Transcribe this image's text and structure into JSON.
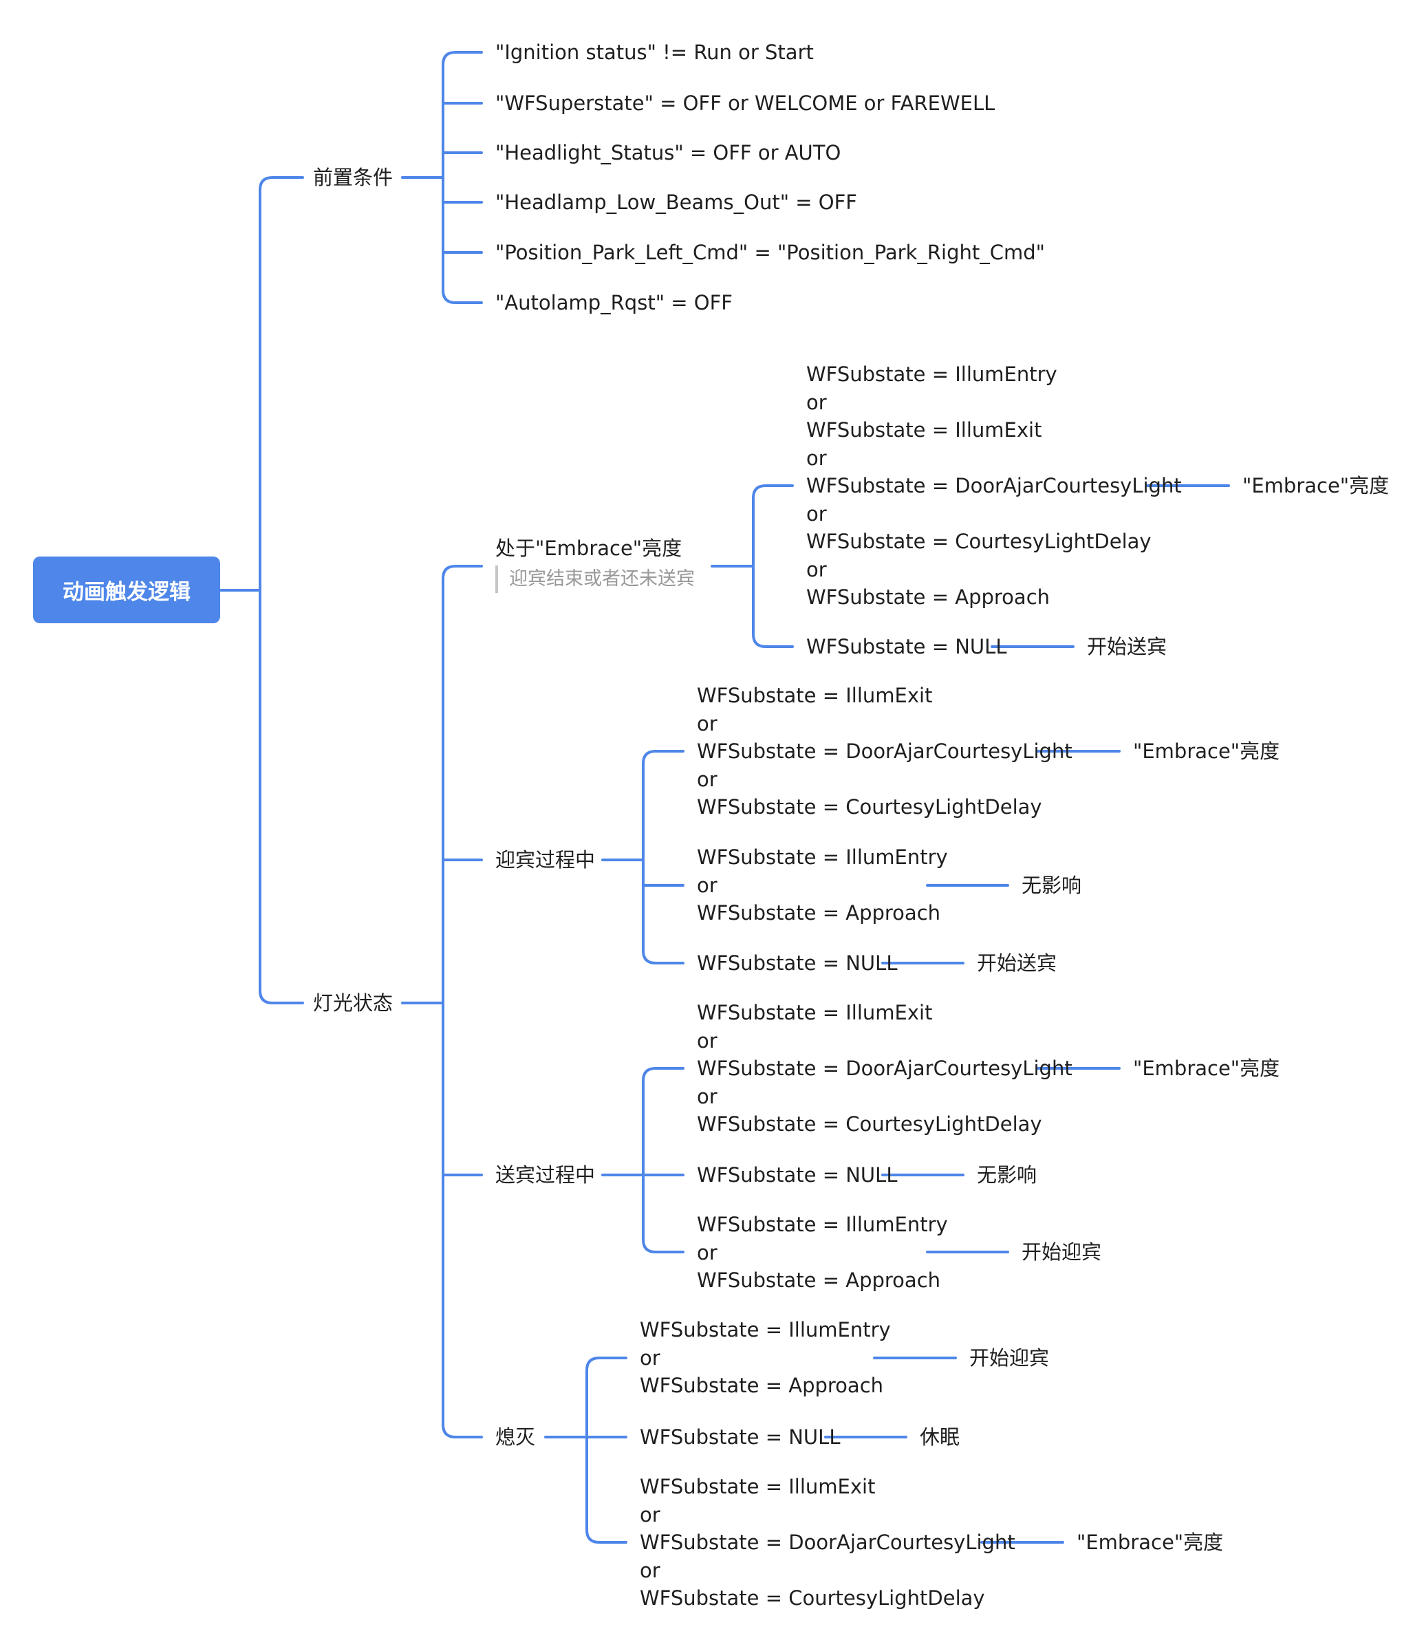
{
  "root": {
    "label": "动画触发逻辑"
  },
  "preconditions": {
    "label": "前置条件",
    "items": [
      "\"Ignition status\" != Run or Start",
      "\"WFSuperstate\" = OFF or WELCOME or FAREWELL",
      "\"Headlight_Status\" = OFF or AUTO",
      "\"Headlamp_Low_Beams_Out\" = OFF",
      "\"Position_Park_Left_Cmd\" = \"Position_Park_Right_Cmd\"",
      "\"Autolamp_Rqst\" = OFF"
    ]
  },
  "light_state": {
    "label": "灯光状态",
    "embrace": {
      "label": "处于\"Embrace\"亮度",
      "note": "迎宾结束或者还未送宾",
      "cond1": [
        "WFSubstate = IllumEntry",
        "or",
        "WFSubstate = IllumExit",
        "or",
        "WFSubstate = DoorAjarCourtesyLight",
        "or",
        "WFSubstate = CourtesyLightDelay",
        "or",
        "WFSubstate = Approach"
      ],
      "result1": "\"Embrace\"亮度",
      "cond2": "WFSubstate = NULL",
      "result2": "开始送宾"
    },
    "welcoming": {
      "label": "迎宾过程中",
      "cond1": [
        "WFSubstate = IllumExit",
        "or",
        "WFSubstate = DoorAjarCourtesyLight",
        "or",
        "WFSubstate = CourtesyLightDelay"
      ],
      "result1": "\"Embrace\"亮度",
      "cond2": [
        "WFSubstate = IllumEntry",
        "or",
        "WFSubstate = Approach"
      ],
      "result2": "无影响",
      "cond3": "WFSubstate = NULL",
      "result3": "开始送宾"
    },
    "farewell": {
      "label": "送宾过程中",
      "cond1": [
        "WFSubstate = IllumExit",
        "or",
        "WFSubstate = DoorAjarCourtesyLight",
        "or",
        "WFSubstate = CourtesyLightDelay"
      ],
      "result1": "\"Embrace\"亮度",
      "cond2": "WFSubstate = NULL",
      "result2": "无影响",
      "cond3": [
        "WFSubstate = IllumEntry",
        "or",
        "WFSubstate = Approach"
      ],
      "result3": "开始迎宾"
    },
    "off": {
      "label": "熄灭",
      "cond1": [
        "WFSubstate = IllumEntry",
        "or",
        "WFSubstate = Approach"
      ],
      "result1": "开始迎宾",
      "cond2": "WFSubstate = NULL",
      "result2": "休眠",
      "cond3": [
        "WFSubstate = IllumExit",
        "or",
        "WFSubstate = DoorAjarCourtesyLight",
        "or",
        "WFSubstate = CourtesyLightDelay"
      ],
      "result3": "\"Embrace\"亮度"
    }
  },
  "colors": {
    "accent": "#4E86E9",
    "root_text": "#ffffff",
    "note_text": "#999999",
    "note_bar": "#c6c6c6"
  }
}
